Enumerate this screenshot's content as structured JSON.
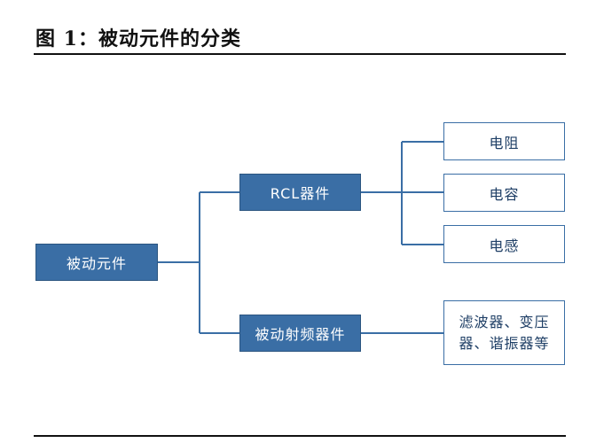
{
  "figure": {
    "title": "图 1：被动元件的分类"
  },
  "diagram": {
    "root": {
      "label": "被动元件"
    },
    "branches": [
      {
        "label": "RCL器件",
        "children": [
          "电阻",
          "电容",
          "电感"
        ]
      },
      {
        "label": "被动射频器件",
        "children": [
          "滤波器、变压器、谐振器等"
        ]
      }
    ]
  },
  "colors": {
    "node_fill": "#3a6ea5",
    "connector": "#3a6ea5",
    "leaf_text": "#1f3f66"
  }
}
